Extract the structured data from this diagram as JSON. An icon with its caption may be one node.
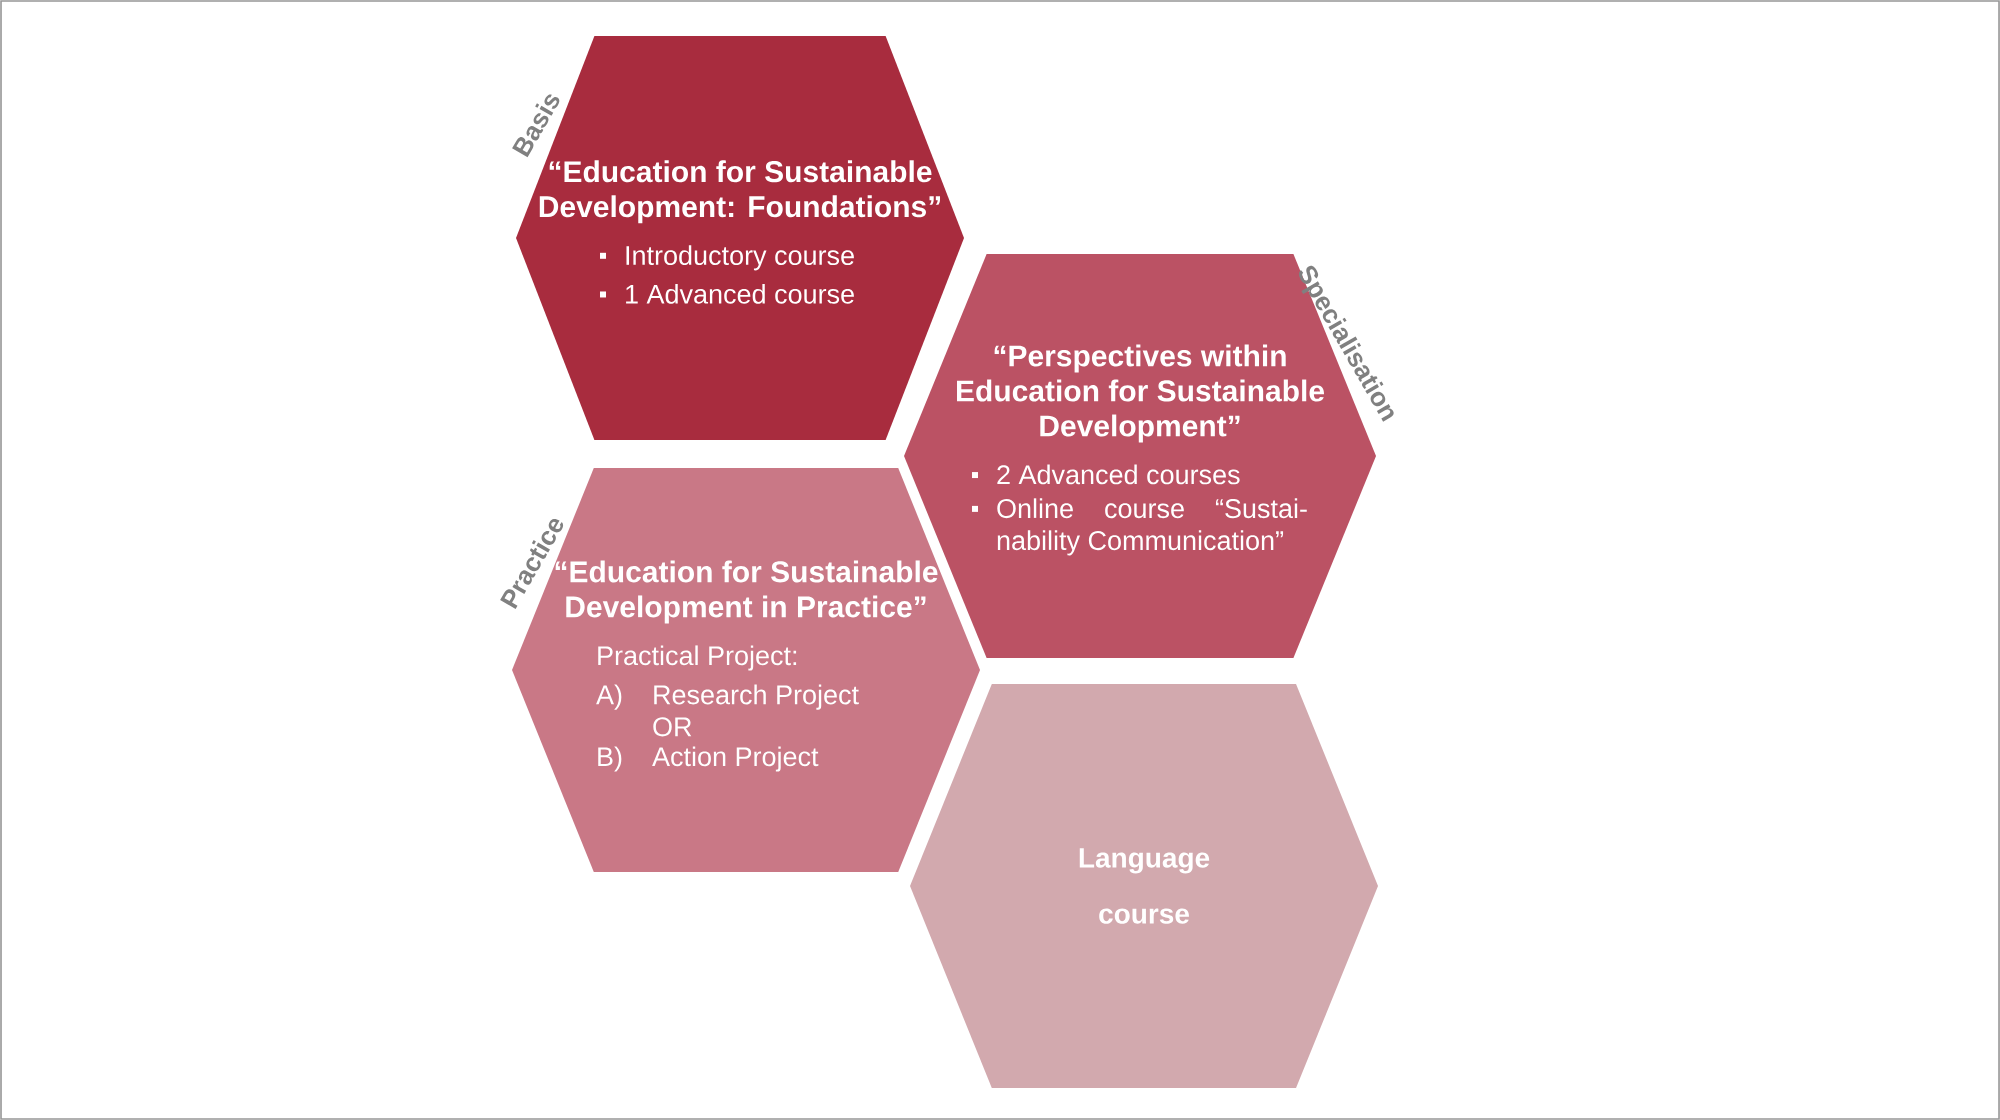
{
  "diagram": {
    "nodes": [
      {
        "text": [
          "“Education for Sustainable Development: Foundations”",
          "Introductory course",
          "1 Advanced course"
        ],
        "beside": [
          "Basis"
        ]
      },
      {
        "text": [
          "“Perspectives within Education for Sustainable Development”",
          "2 Advanced courses",
          "Online course “Sustai-nability Communication”"
        ],
        "beside": [
          "Specialisation"
        ]
      },
      {
        "text": [
          "“Education for Sustainable Development in Practice”",
          "Practical Project:",
          "A)",
          "Research Project OR",
          "B)",
          "Action Project"
        ],
        "beside": [
          "Practice"
        ]
      },
      {
        "text": [
          "Language course"
        ]
      }
    ]
  }
}
